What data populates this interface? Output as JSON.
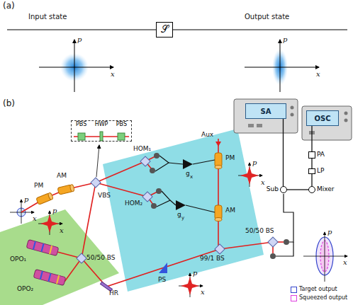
{
  "diagram": {
    "nodes": [
      {
        "text": [
          "𝒮"
        ]
      },
      {
        "text": [
          "PBS",
          "HWP",
          "PBS"
        ]
      },
      {
        "text": [
          "SA"
        ]
      },
      {
        "text": [
          "OSC"
        ]
      },
      {
        "text": [
          "Sub"
        ]
      },
      {
        "text": [
          "Mixer"
        ]
      },
      {
        "text": [
          "LP"
        ]
      },
      {
        "text": [
          "PA"
        ]
      }
    ],
    "edges": [
      {
        "from": 4,
        "to": 2,
        "arrow": "none"
      },
      {
        "from": 4,
        "to": 5,
        "arrow": "none"
      },
      {
        "from": 5,
        "to": 6,
        "arrow": "none"
      },
      {
        "from": 6,
        "to": 7,
        "arrow": "none"
      },
      {
        "from": 7,
        "to": 3,
        "arrow": "none"
      }
    ],
    "labels": [
      "(a)",
      "Input state",
      "Output state",
      "p",
      "x",
      "p",
      "x",
      "(b)",
      "p",
      "x",
      "PM",
      "AM",
      "VBS",
      "HOM₁",
      "g",
      "x",
      "HOM₂",
      "g",
      "y",
      "Aux",
      "PM",
      "AM",
      "p",
      "x",
      "p",
      "x",
      "OPO₁",
      "OPO₂",
      "50/50 BS",
      "HR",
      "PS",
      "p",
      "x",
      "99/1 BS",
      "50/50 BS",
      "p",
      "x"
    ],
    "legend": [
      {
        "text": "Target output",
        "color": "#3344cc"
      },
      {
        "text": "Squeezed output",
        "color": "#e040e0"
      }
    ]
  }
}
